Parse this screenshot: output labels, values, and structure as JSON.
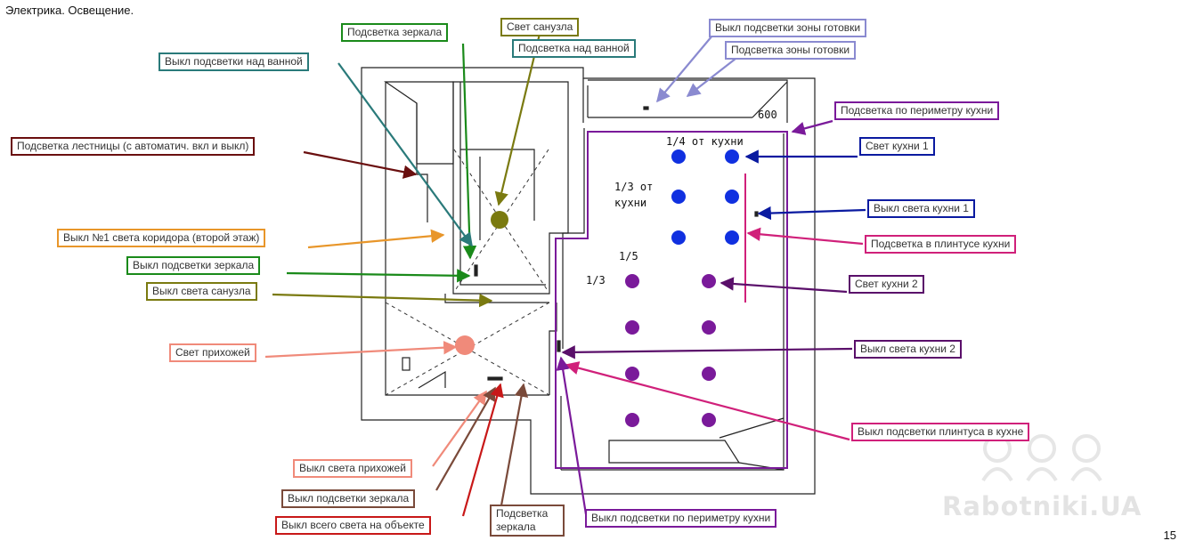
{
  "title": "Электрика. Освещение.",
  "page_number": "15",
  "watermark": "Rabotniki.UA",
  "dimension_label": "600",
  "fractions": {
    "f1": "1/4 от кухни",
    "f2a": "1/3 от",
    "f2b": "кухни",
    "f3": "1/5",
    "f4": "1/3"
  },
  "colors": {
    "navy": "#0a1aa0",
    "blue": "#1030e0",
    "purple": "#7a1a9a",
    "magenta": "#d0207a",
    "green": "#1a8a1a",
    "teal": "#2a7a7a",
    "olive": "#7a7a10",
    "orange": "#e8962a",
    "brown": "#6a0f0f",
    "salmon": "#f08a7a",
    "red": "#c81818",
    "darkbrown": "#7a4a3a",
    "lavender": "#8a8ad0",
    "darkpurple": "#5a0f6a",
    "steel": "#5a8aa0"
  },
  "callouts": [
    {
      "id": "mirror-light",
      "text": "Подсветка зеркала",
      "color": "green"
    },
    {
      "id": "bathroom-light",
      "text": "Свет санузла",
      "color": "olive"
    },
    {
      "id": "bath-backlight",
      "text": "Подсветка над ванной",
      "color": "teal"
    },
    {
      "id": "bath-backlight-switch",
      "text": "Выкл подсветки над ванной",
      "color": "teal"
    },
    {
      "id": "ready-zone-switch",
      "text": "Выкл подсветки зоны готовки",
      "color": "lavender"
    },
    {
      "id": "ready-zone-light",
      "text": "Подсветка зоны готовки",
      "color": "lavender"
    },
    {
      "id": "stair-light",
      "text": "Подсветка лестницы (с автоматич. вкл и выкл)",
      "color": "brown"
    },
    {
      "id": "kitchen-perimeter",
      "text": "Подсветка по периметру кухни",
      "color": "purple"
    },
    {
      "id": "kitchen-light-1",
      "text": "Свет кухни 1",
      "color": "navy"
    },
    {
      "id": "kitchen-switch-1",
      "text": "Выкл света кухни 1",
      "color": "navy"
    },
    {
      "id": "corridor-switch",
      "text": "Выкл №1 света коридора (второй этаж)",
      "color": "orange"
    },
    {
      "id": "plinth-light",
      "text": "Подсветка в плинтусе кухни",
      "color": "magenta"
    },
    {
      "id": "mirror-switch",
      "text": "Выкл подсветки зеркала",
      "color": "green"
    },
    {
      "id": "kitchen-light-2",
      "text": "Свет кухни 2",
      "color": "darkpurple"
    },
    {
      "id": "bathroom-switch",
      "text": "Выкл света санузла",
      "color": "olive"
    },
    {
      "id": "hall-light",
      "text": "Свет прихожей",
      "color": "salmon"
    },
    {
      "id": "kitchen-switch-2",
      "text": "Выкл света кухни 2",
      "color": "darkpurple"
    },
    {
      "id": "plinth-switch",
      "text": "Выкл подсветки плинтуса в кухне",
      "color": "magenta"
    },
    {
      "id": "hall-switch",
      "text": "Выкл света прихожей",
      "color": "salmon"
    },
    {
      "id": "mirror-switch-2",
      "text": "Выкл подсветки зеркала",
      "color": "darkbrown"
    },
    {
      "id": "all-off-switch",
      "text": "Выкл всего света на объекте",
      "color": "red"
    },
    {
      "id": "mirror-light-2",
      "text": "Подсветка зеркала",
      "color": "darkbrown"
    },
    {
      "id": "perimeter-switch",
      "text": "Выкл подсветки по периметру кухни",
      "color": "purple"
    }
  ]
}
